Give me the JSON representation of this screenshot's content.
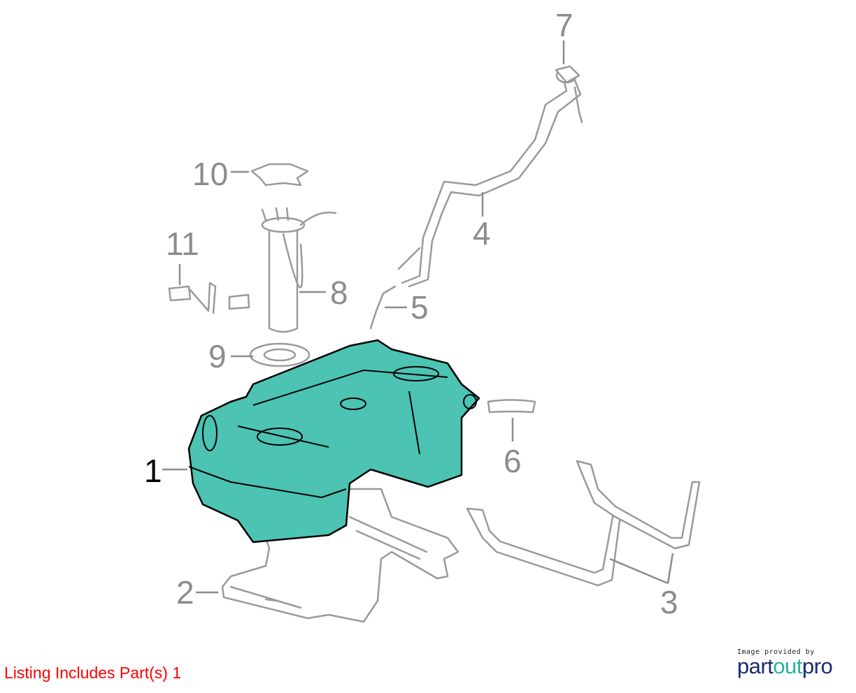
{
  "callouts": [
    "1",
    "2",
    "3",
    "4",
    "5",
    "6",
    "7",
    "8",
    "9",
    "10",
    "11"
  ],
  "highlighted_part": "1",
  "colors": {
    "highlight": "#4cc3b3",
    "outline": "#9a9a9a",
    "listing_text": "#ff0000",
    "brand_dark": "#1a2a6c",
    "brand_teal": "#2ab3a0"
  },
  "listing": "Listing Includes Part(s) 1",
  "logo": {
    "caption": "Image provided by",
    "brand_a": "part",
    "brand_b": "out",
    "brand_c": "pro"
  }
}
